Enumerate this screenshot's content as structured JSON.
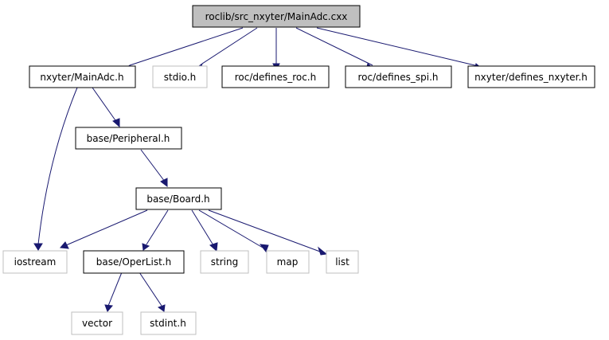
{
  "nodes": {
    "root": "roclib/src_nxyter/MainAdc.cxx",
    "mainadc_h": "nxyter/MainAdc.h",
    "stdio_h": "stdio.h",
    "defines_roc": "roc/defines_roc.h",
    "defines_spi": "roc/defines_spi.h",
    "defines_nxyter": "nxyter/defines_nxyter.h",
    "peripheral_h": "base/Peripheral.h",
    "board_h": "base/Board.h",
    "iostream": "iostream",
    "operlist_h": "base/OperList.h",
    "string": "string",
    "map": "map",
    "list": "list",
    "vector": "vector",
    "stdint_h": "stdint.h"
  },
  "colors": {
    "edge": "#191970",
    "root_fill": "#bfbfbf",
    "external_border": "#bfbfbf",
    "internal_border": "#000000"
  }
}
